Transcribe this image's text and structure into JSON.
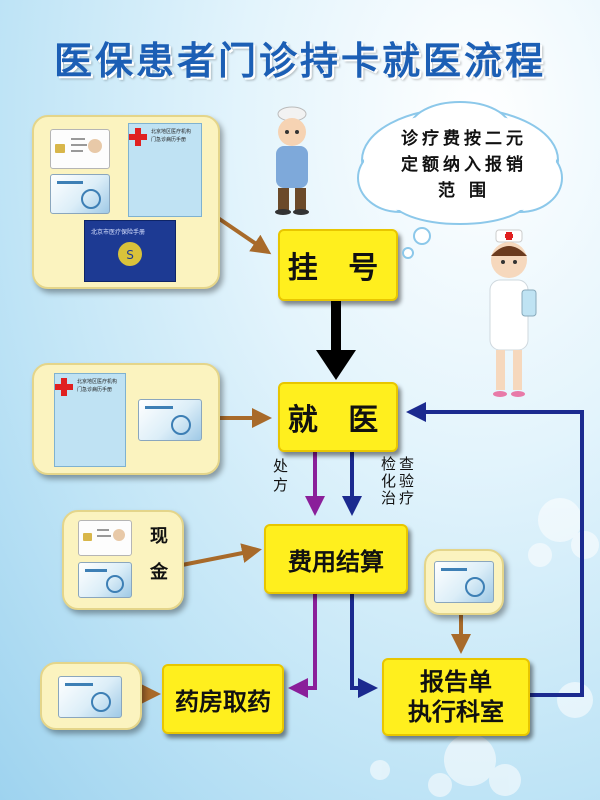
{
  "title": "医保患者门诊持卡就医流程",
  "cloud": {
    "lines": [
      "诊疗费按二元",
      "定额纳入报销",
      "范 围"
    ]
  },
  "steps": {
    "register": "挂 号",
    "consult": "就 医",
    "settle": "费用结算",
    "pharmacy": "药房取药",
    "report_line1": "报告单",
    "report_line2": "执行科室"
  },
  "labels": {
    "prescription": "处方",
    "check_col1": "检化治",
    "check_col2": "查验疗",
    "cash": "现金"
  },
  "booklet": {
    "line1": "北京地区医疗机构",
    "line2": "门急诊病历手册",
    "blue_title": "北京市医疗保险手册"
  },
  "colors": {
    "title": "#1c5fb5",
    "box": "#ffef1e",
    "panel": "#fbf3bf",
    "arrow_brown": "#a86a2a",
    "arrow_black": "#000000",
    "arrow_purple": "#8a1f9a",
    "arrow_navy": "#1b2a8f"
  },
  "icons": [
    "insurance-card-icon",
    "id-card-icon",
    "medical-booklet-icon",
    "insurance-handbook-icon",
    "patient-icon",
    "nurse-icon",
    "cloud-icon"
  ]
}
